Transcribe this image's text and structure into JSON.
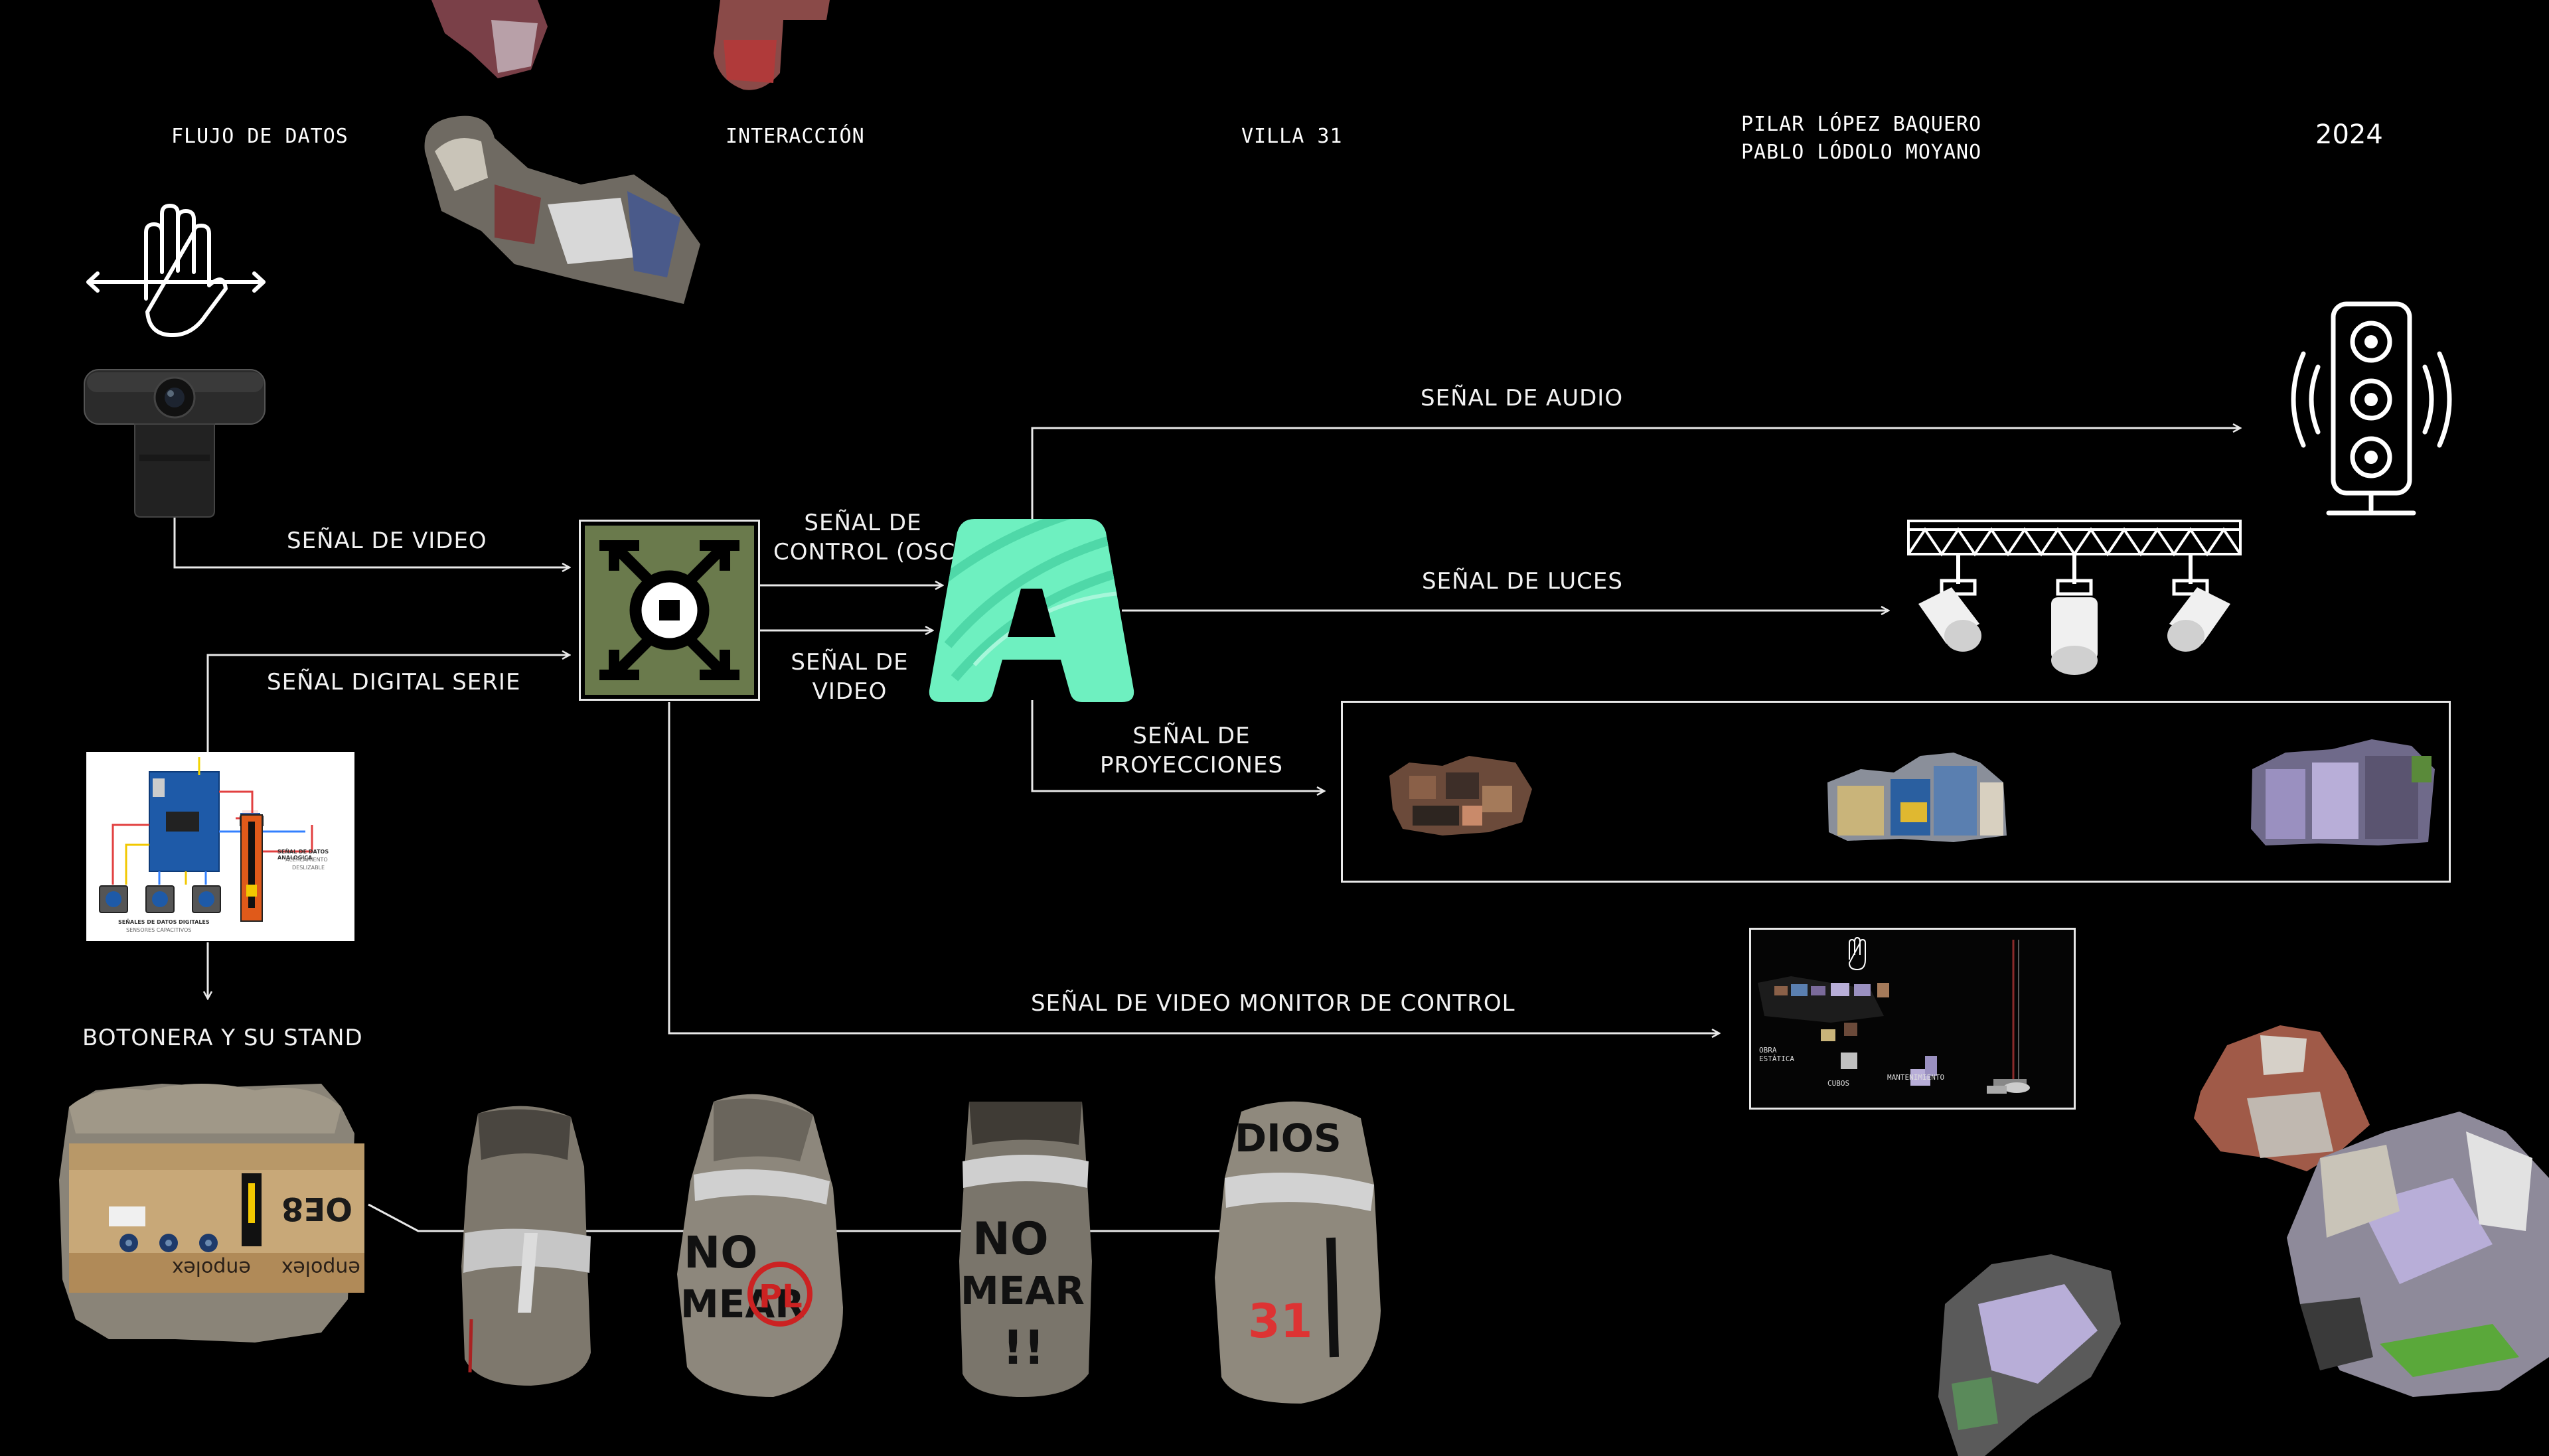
{
  "header": {
    "items": [
      {
        "text": "FLUJO DE DATOS"
      },
      {
        "text": "INTERACCIÓN"
      },
      {
        "text": "VILLA 31"
      },
      {
        "text": "PILAR LÓPEZ BAQUERO"
      },
      {
        "text": "PABLO LÓDOLO MOYANO"
      },
      {
        "text": "2024"
      }
    ]
  },
  "labels": {
    "video_signal": "SEÑAL DE VIDEO",
    "serial_signal": "SEÑAL DIGITAL SERIE",
    "control_signal_1": "SEÑAL DE",
    "control_signal_2": "CONTROL (OSC)",
    "video_out_1": "SEÑAL DE",
    "video_out_2": "VIDEO",
    "audio_signal": "SEÑAL DE AUDIO",
    "lights_signal": "SEÑAL DE LUCES",
    "projection_1": "SEÑAL DE",
    "projection_2": "PROYECCIONES",
    "monitor_signal": "SEÑAL DE VIDEO MONITOR DE CONTROL",
    "button_panel": "BOTONERA Y SU STAND"
  },
  "schematic": {
    "analog_title": "SEÑAL DE DATOS ANALOGICA",
    "analog_sub1": "ACERCAMIENTO",
    "analog_sub2": "DESLIZABLE",
    "digital_title": "SEÑALES DE DATOS DIGITALES",
    "digital_sub": "SENSORES CAPACITIVOS"
  },
  "monitor": {
    "label1": "OBRA ESTÁTICA",
    "label2": "CUBOS",
    "label3": "MANTENIMIENTO"
  },
  "box_text": {
    "oe": "OE8",
    "brand": "enpolex"
  },
  "colors": {
    "touchdesigner": "#6a7a4c",
    "ableton": "#6ef0c0",
    "line": "#e8e8e8"
  }
}
